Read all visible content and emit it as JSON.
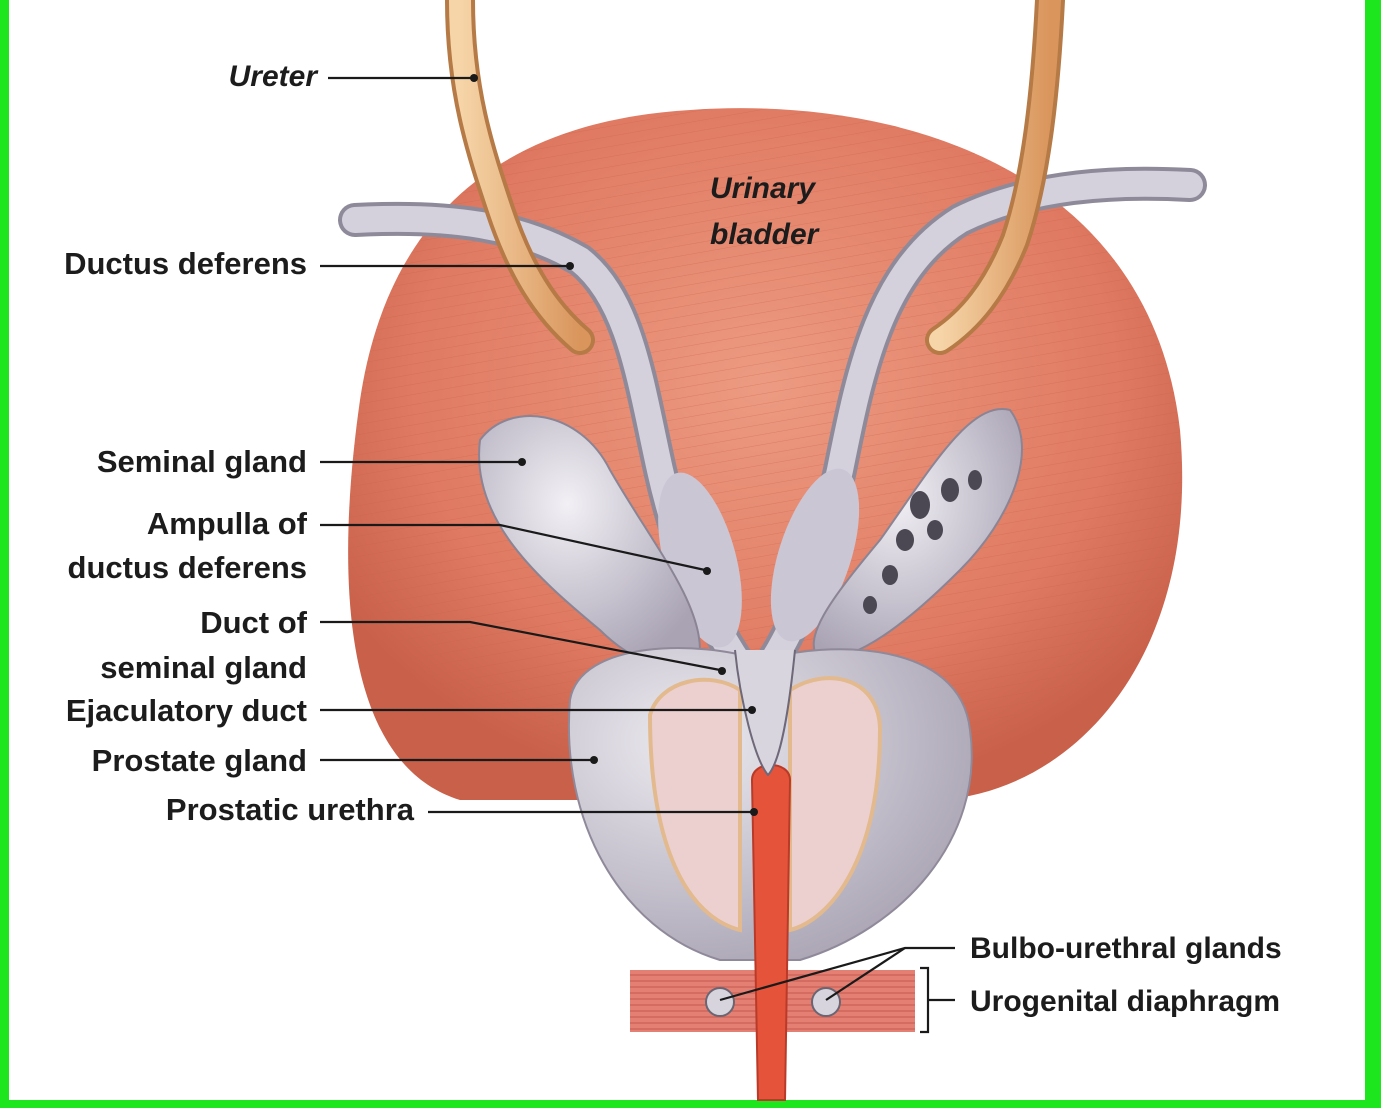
{
  "labels": {
    "ureter": "Ureter",
    "urinary_bladder_line1": "Urinary",
    "urinary_bladder_line2": "bladder",
    "ductus_deferens": "Ductus deferens",
    "seminal_gland": "Seminal gland",
    "ampulla_line1": "Ampulla of",
    "ampulla_line2": "ductus deferens",
    "duct_seminal_line1": "Duct of",
    "duct_seminal_line2": "seminal gland",
    "ejaculatory_duct": "Ejaculatory duct",
    "prostate_gland": "Prostate gland",
    "prostatic_urethra": "Prostatic urethra",
    "bulbo_urethral_glands": "Bulbo-urethral glands",
    "urogenital_diaphragm": "Urogenital diaphragm"
  },
  "colors": {
    "frame": "#1ee61e",
    "bladder": "#e07a62",
    "ureter": "#e9b57e",
    "ductus": "#c9c4d2",
    "prostate": "#d5d1db",
    "urethra": "#e5543a",
    "diaphragm": "#e47f73"
  }
}
